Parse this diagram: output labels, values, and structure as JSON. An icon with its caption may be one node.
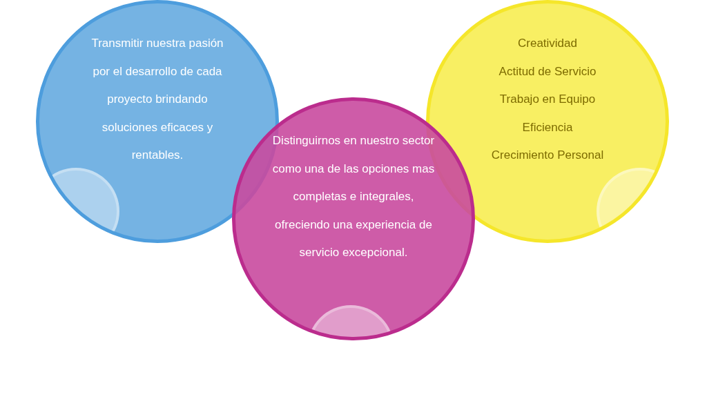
{
  "diagram": {
    "nodes": [
      {
        "text": [
          "Transmitir nuestra pasión por el desarrollo de cada proyecto brindando soluciones eficaces y rentables."
        ]
      },
      {
        "text": [
          "Creatividad",
          "Actitud de Servicio",
          "Trabajo en Equipo",
          "Eficiencia",
          "Crecimiento Personal"
        ]
      },
      {
        "text": [
          "Distinguirnos en nuestro sector como una de las opciones mas completas e integrales, ofreciendo una experiencia de servicio excepcional."
        ]
      }
    ]
  }
}
